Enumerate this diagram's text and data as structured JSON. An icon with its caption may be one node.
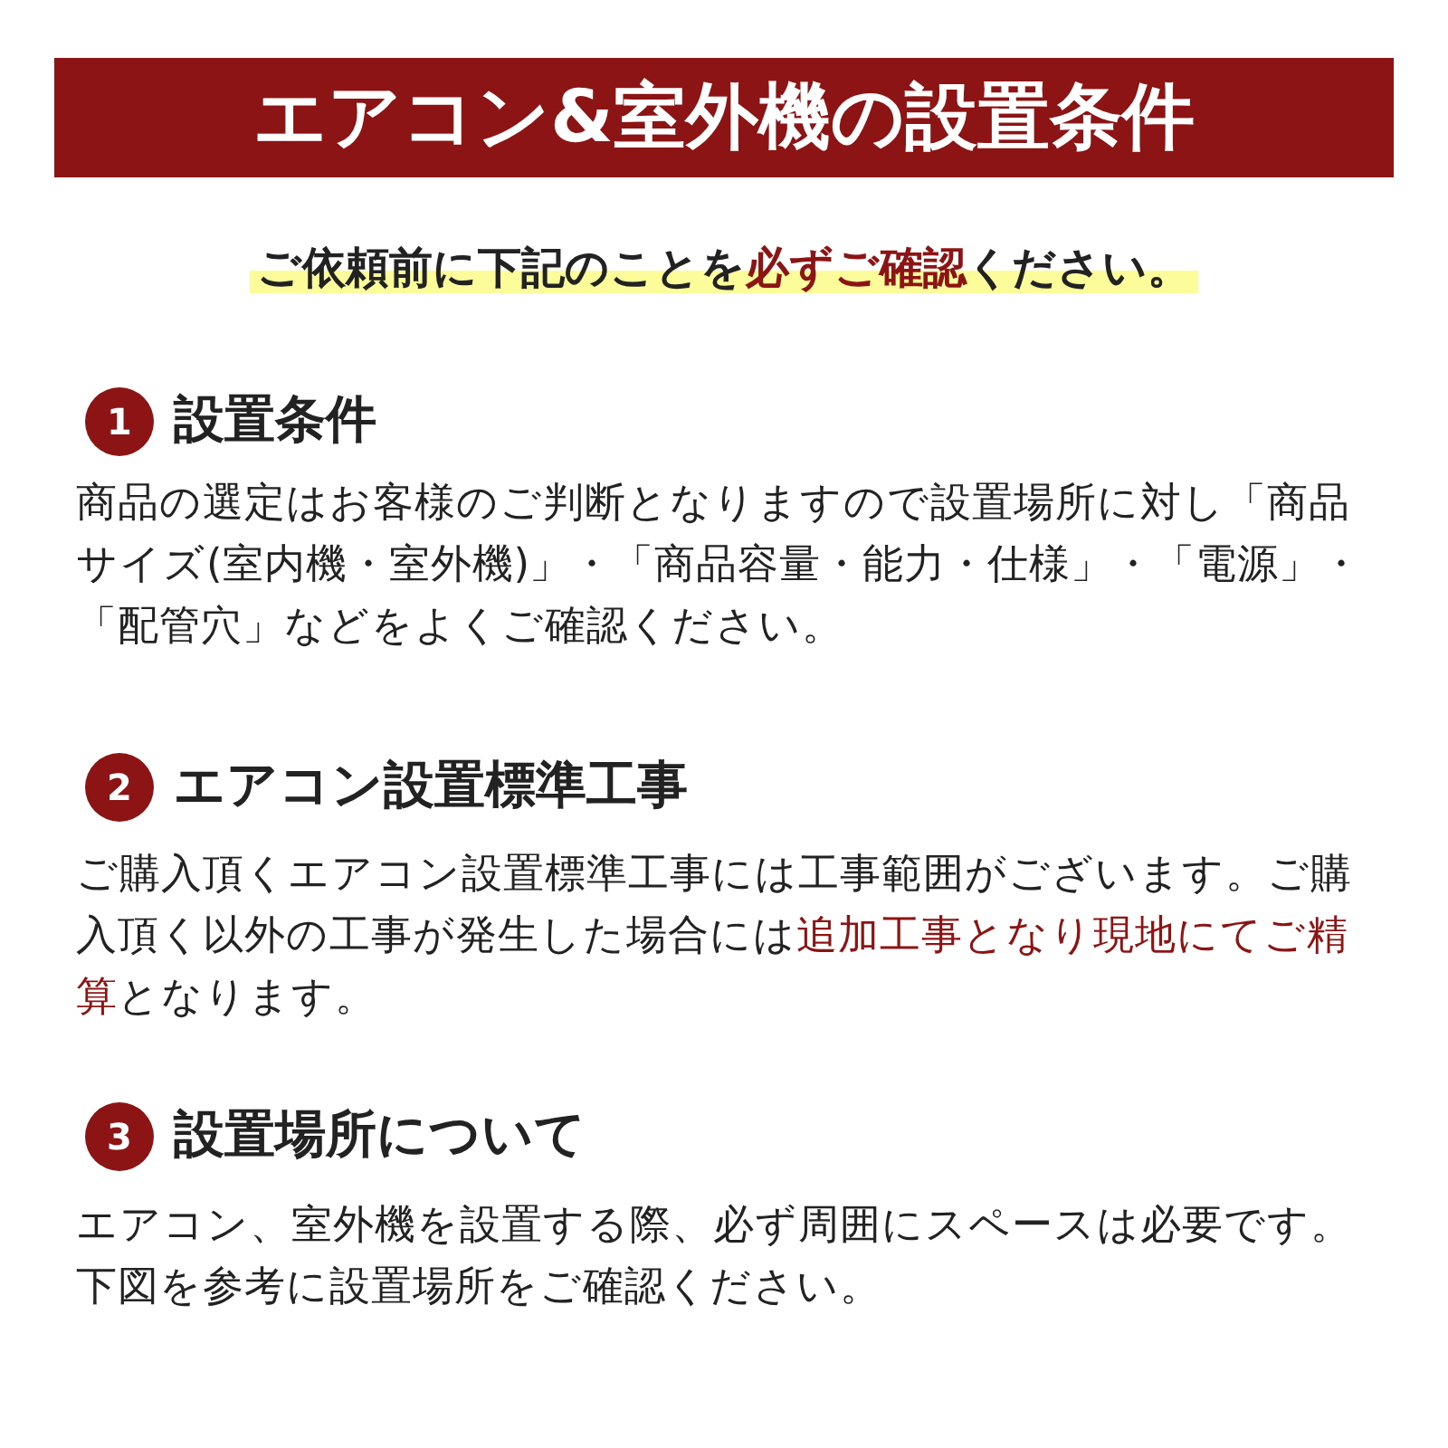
{
  "diagram": {
    "title": "エアコン&室外機の設置条件",
    "nodes": [
      {
        "text": [
          "1"
        ],
        "beside": [
          "設置条件"
        ]
      },
      {
        "text": [
          "2"
        ],
        "beside": [
          "エアコン設置標準工事"
        ]
      },
      {
        "text": [
          "3"
        ],
        "beside": [
          "設置場所について"
        ]
      }
    ],
    "labels": [
      "ご依頼前に下記のことを**必ずご確認**ください。",
      "商品の選定はお客様のご判断となりますので設置場所に対し「商品サイズ(室内機・室外機)」・「商品容量・能力・仕様」・「電源」・「配管穴」などをよくご確認ください。",
      "ご購入頂くエアコン設置標準工事には工事範囲がございます。ご購入頂く以外の工事が発生した場合には**追加工事となり現地にてご精算**となります。",
      "エアコン、室外機を設置する際、必ず周囲にスペースは必要です。",
      "下図を参考に設置場所をご確認ください。"
    ]
  }
}
